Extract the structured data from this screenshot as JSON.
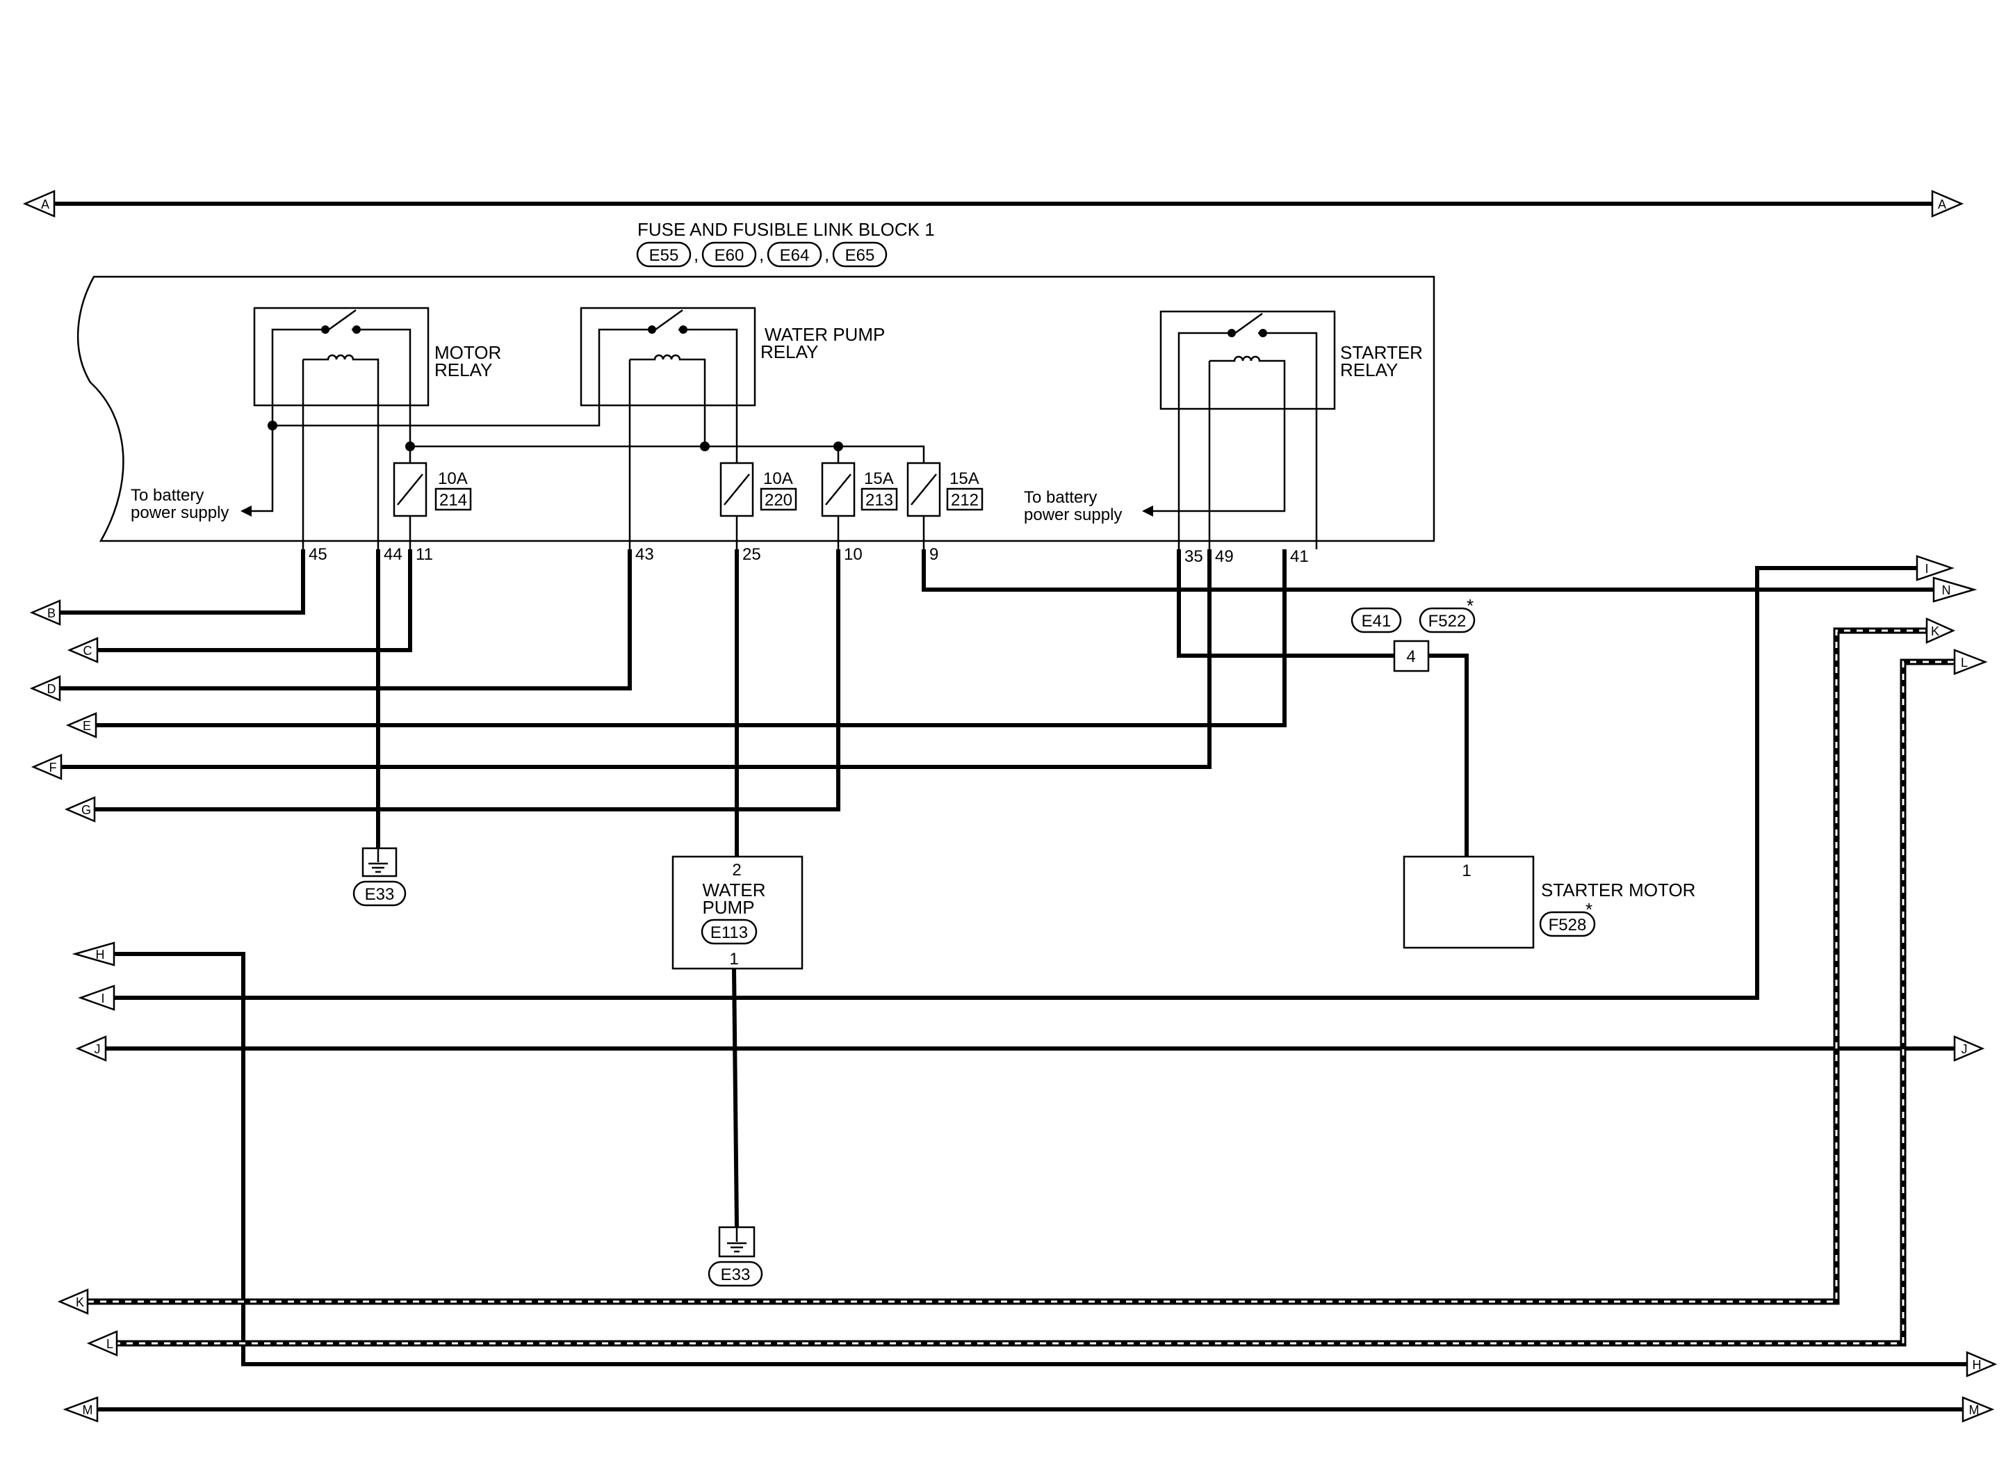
{
  "block": {
    "title": "FUSE AND FUSIBLE LINK BLOCK 1",
    "connectors": [
      "E55",
      "E60",
      "E64",
      "E65"
    ],
    "separator": ","
  },
  "relays": {
    "motor": {
      "line1": "MOTOR",
      "line2": "RELAY"
    },
    "water_pump": {
      "line1": "WATER PUMP",
      "line2": "RELAY"
    },
    "starter": {
      "line1": "STARTER",
      "line2": "RELAY"
    }
  },
  "fuses": [
    {
      "amp": "10A",
      "id": "214"
    },
    {
      "amp": "10A",
      "id": "220"
    },
    {
      "amp": "15A",
      "id": "213"
    },
    {
      "amp": "15A",
      "id": "212"
    }
  ],
  "battery_note": {
    "line1": "To battery",
    "line2": "power supply"
  },
  "terminals": [
    "45",
    "44",
    "11",
    "43",
    "25",
    "10",
    "9",
    "35",
    "49",
    "41"
  ],
  "connector_labels": {
    "e41": "E41",
    "f522": "F522",
    "f522_mark": "*",
    "pin4": "4"
  },
  "water_pump": {
    "line1": "WATER",
    "line2": "PUMP",
    "connector": "E113",
    "pin_top": "2",
    "pin_bottom": "1"
  },
  "starter_motor": {
    "label": "STARTER MOTOR",
    "connector": "F528",
    "mark": "*",
    "pin": "1"
  },
  "grounds": [
    "E33",
    "E33"
  ],
  "arrow_letters": {
    "a": "A",
    "b": "B",
    "c": "C",
    "d": "D",
    "e": "E",
    "f": "F",
    "g": "G",
    "h": "H",
    "i": "I",
    "j": "J",
    "k": "K",
    "l": "L",
    "m": "M",
    "n": "N"
  }
}
